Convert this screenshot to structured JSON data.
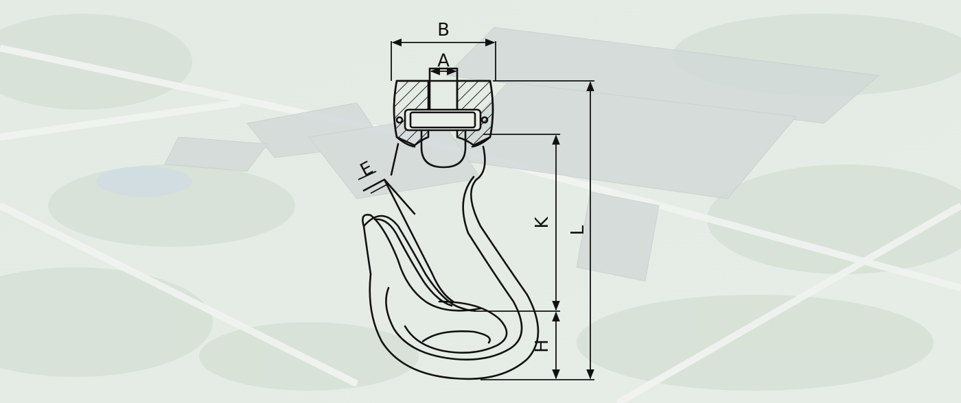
{
  "diagram": {
    "labels": {
      "B": "B",
      "A": "A",
      "E": "E",
      "K": "K",
      "L": "L",
      "H": "H"
    }
  },
  "colors": {
    "background": "#e9eee9",
    "line": "#111111",
    "hatch": "#222222"
  }
}
